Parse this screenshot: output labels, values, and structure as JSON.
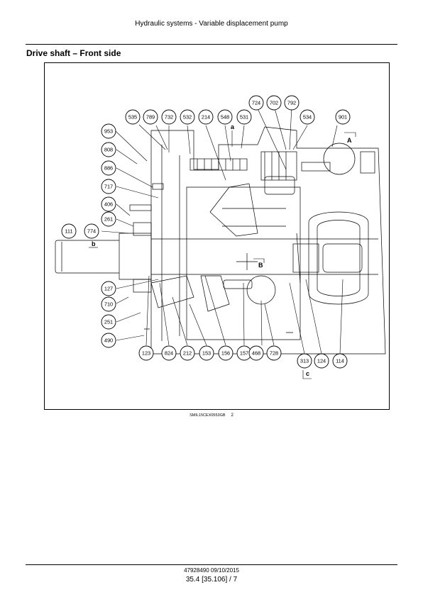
{
  "header": {
    "title": "Hydraulic systems - Variable displacement pump"
  },
  "section": {
    "title": "Drive shaft – Front side"
  },
  "figure": {
    "callouts": [
      "535",
      "789",
      "732",
      "532",
      "214",
      "548",
      "531",
      "724",
      "702",
      "792",
      "534",
      "901",
      "953",
      "808",
      "886",
      "717",
      "406",
      "261",
      "111",
      "774",
      "127",
      "710",
      "251",
      "490",
      "123",
      "824",
      "212",
      "153",
      "156",
      "157",
      "468",
      "728",
      "313",
      "124",
      "114"
    ],
    "letters": [
      "a",
      "b",
      "c",
      "A",
      "B"
    ],
    "caption_code": "SMIL15CEX0553GB",
    "caption_number": "2"
  },
  "footer": {
    "code": "47928490 09/10/2015",
    "page": "35.4 [35.106] / 7"
  }
}
